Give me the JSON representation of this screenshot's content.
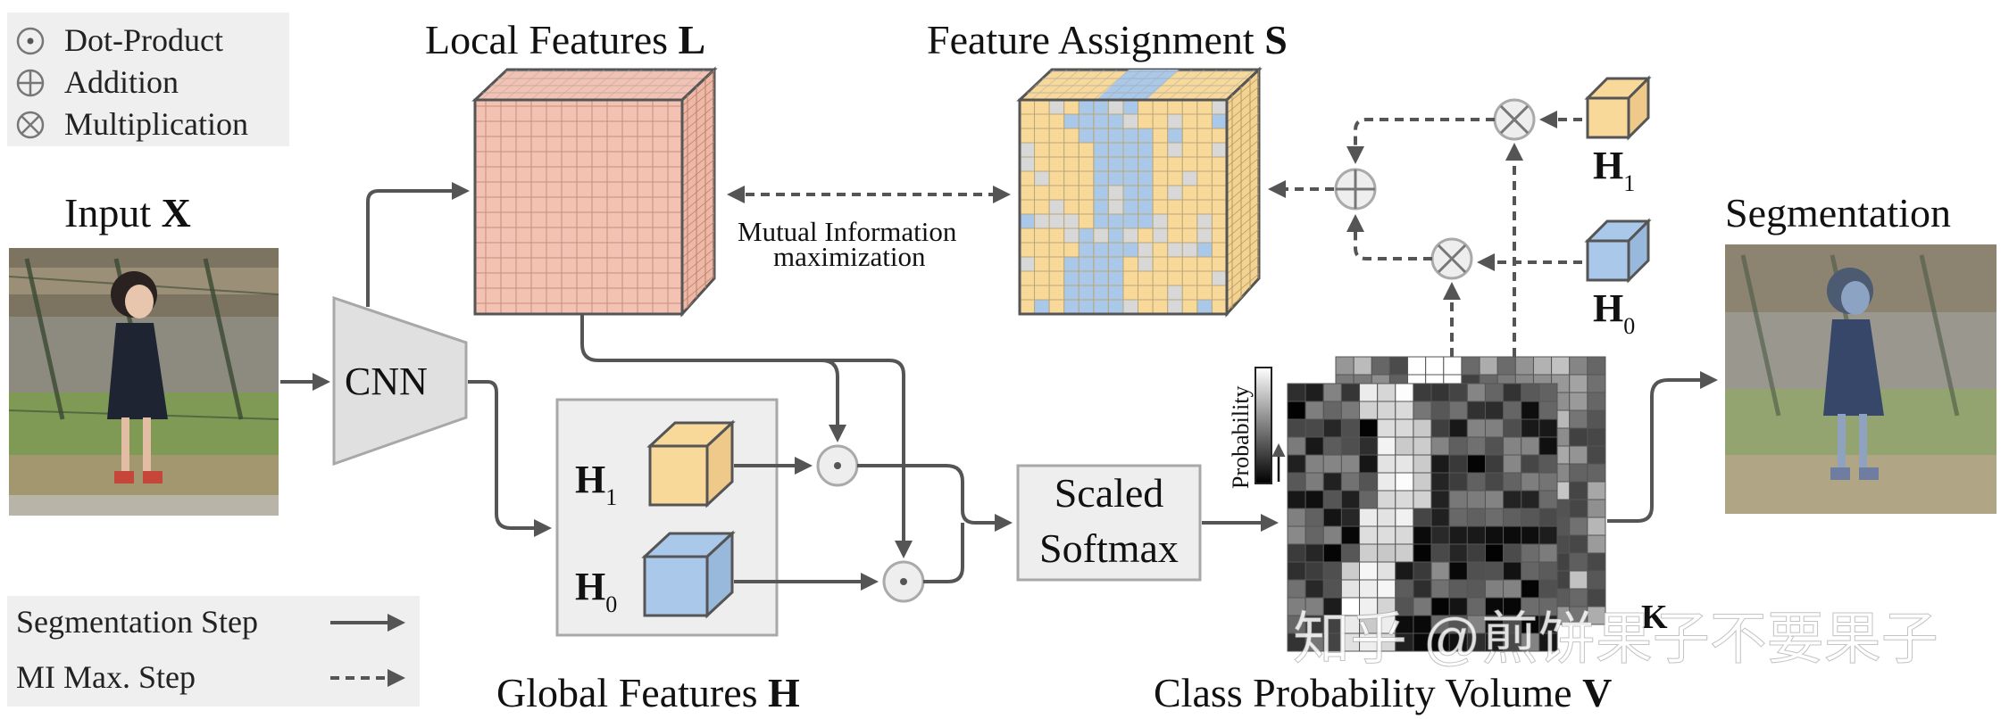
{
  "legend_ops": {
    "dot": "Dot-Product",
    "add": "Addition",
    "mul": "Multiplication"
  },
  "legend_steps": {
    "seg": "Segmentation Step",
    "mi": "MI Max. Step"
  },
  "labels": {
    "input_word": "Input",
    "input_sym": "X",
    "local_word": "Local Features",
    "local_sym": "L",
    "assign_word": "Feature Assignment",
    "assign_sym": "S",
    "segmentation": "Segmentation",
    "cnn": "CNN",
    "mi_line1": "Mutual Information",
    "mi_line2": "maximization",
    "scaled_line1": "Scaled",
    "scaled_line2": "Softmax",
    "global_word": "Global Features",
    "global_sym": "H",
    "classprob_word": "Class Probability Volume",
    "classprob_sym": "V",
    "h1": "H",
    "h1_sub": "1",
    "h0": "H",
    "h0_sub": "0",
    "probability": "Probability",
    "k": "K",
    "watermark": "知乎 @煎饼果子不要果子"
  },
  "colors": {
    "arrow": "#555555",
    "local_face": "#f4c2b2",
    "local_grid": "#c98e80",
    "orange": "#f8d99a",
    "blue": "#a9c8ea",
    "gray": "#d8d8d8",
    "box_fill": "#eeeeee",
    "box_stroke": "#a8a8a8",
    "legend_bg": "#efefef"
  }
}
